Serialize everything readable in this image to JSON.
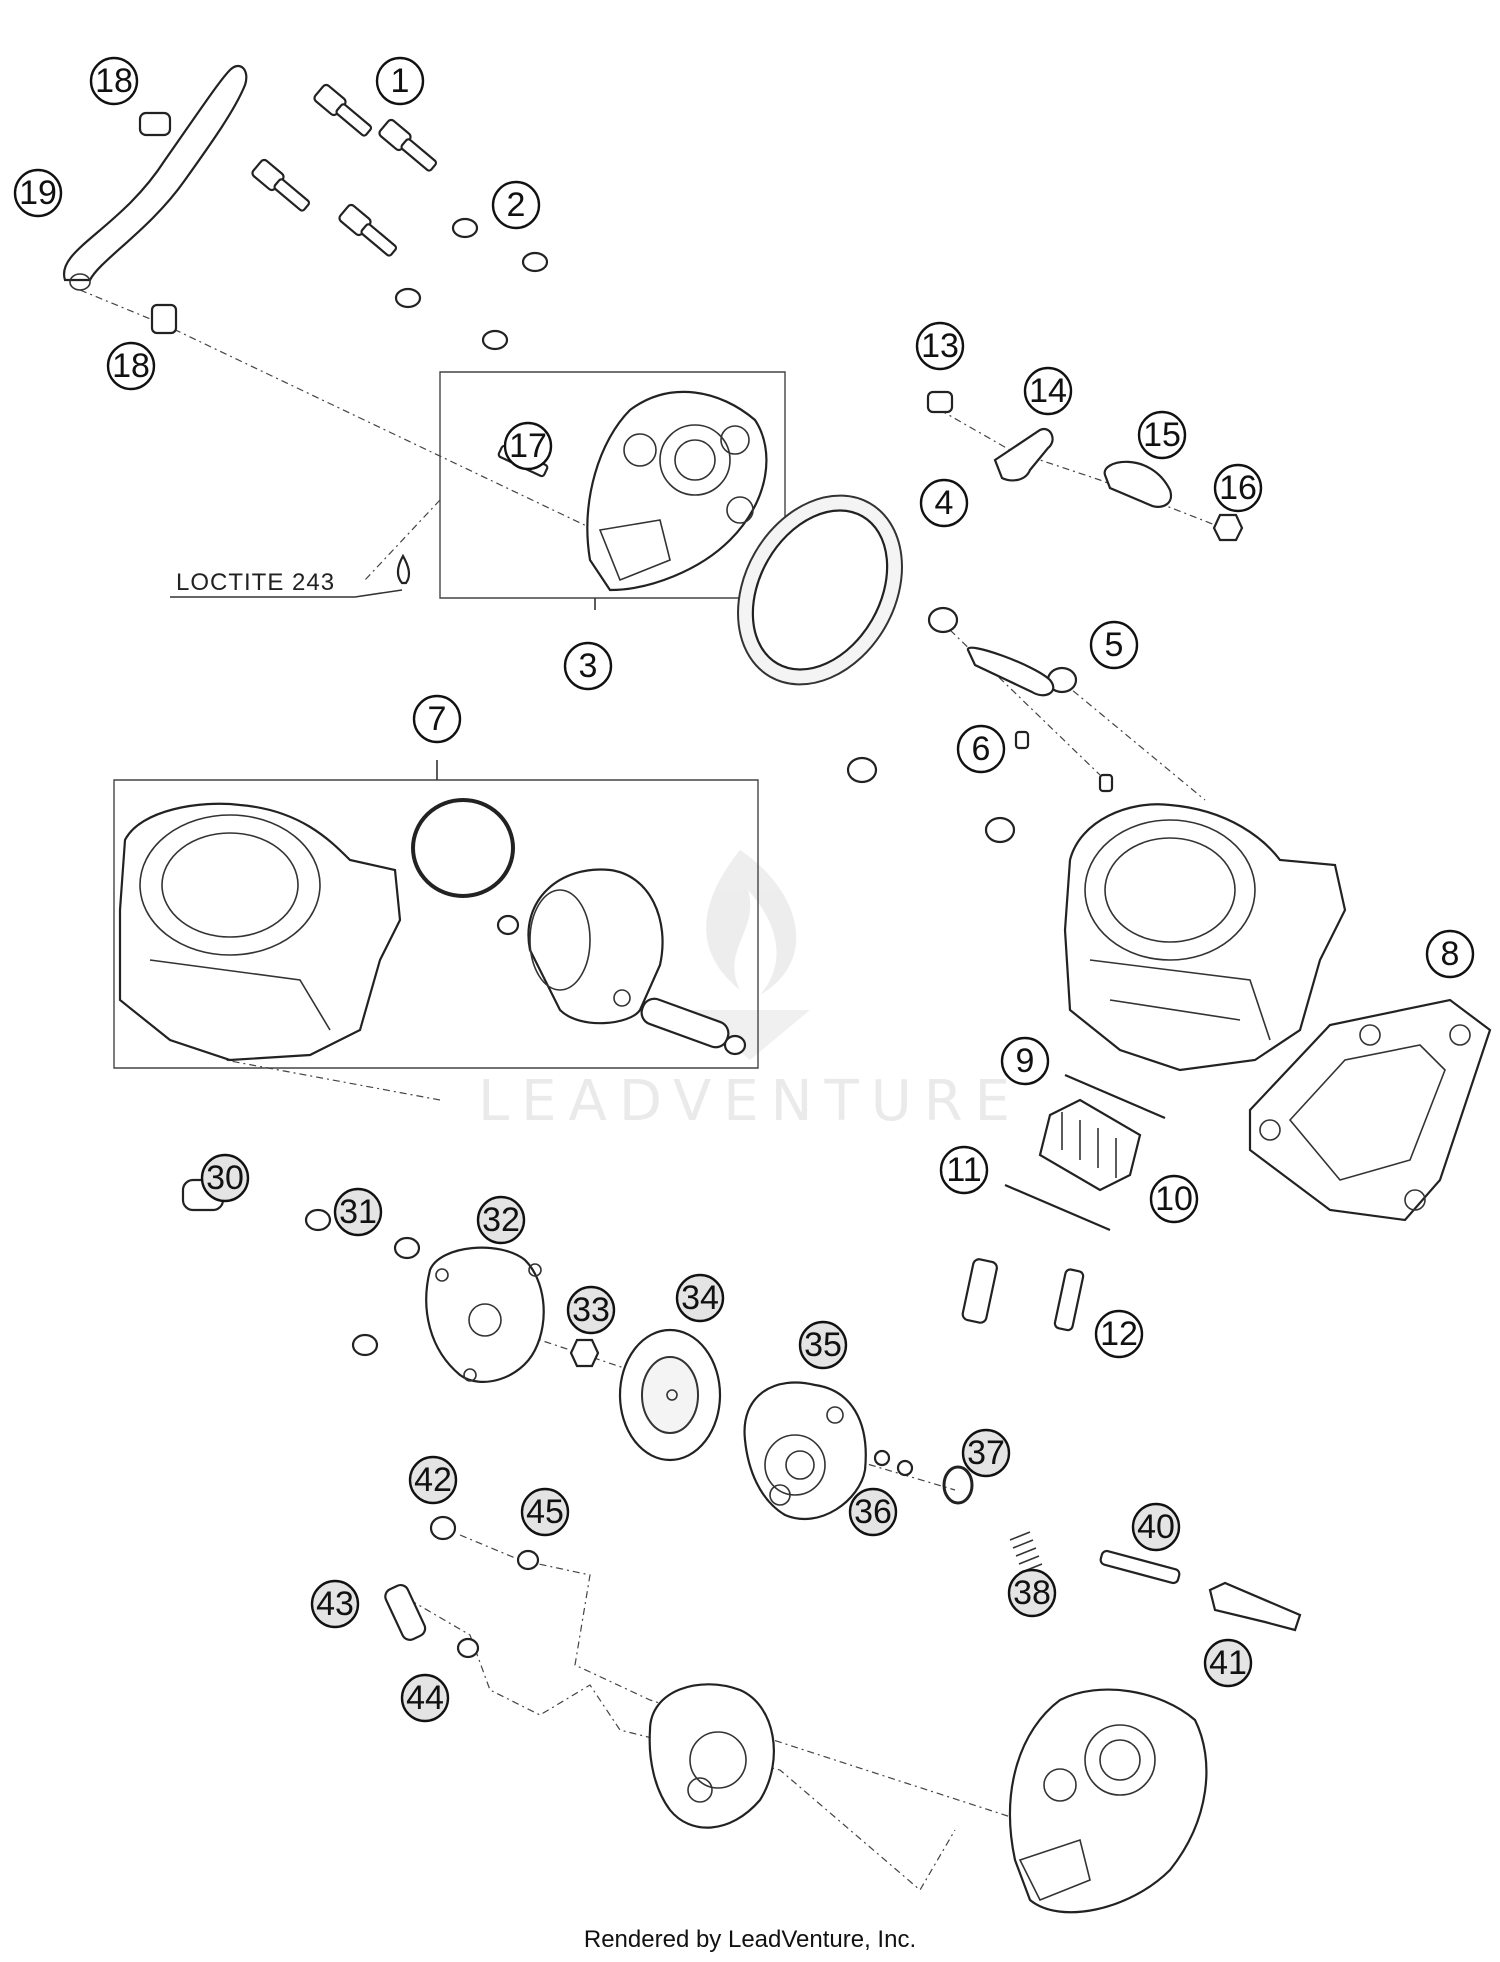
{
  "watermark": {
    "text": "LEADVENTURE"
  },
  "note": {
    "loctite": "LOCTITE 243"
  },
  "footer": {
    "text": "Rendered by LeadVenture, Inc."
  },
  "callouts": [
    {
      "id": "c1",
      "label": "1",
      "style": "open"
    },
    {
      "id": "c2",
      "label": "2",
      "style": "open"
    },
    {
      "id": "c3",
      "label": "3",
      "style": "open"
    },
    {
      "id": "c4",
      "label": "4",
      "style": "open"
    },
    {
      "id": "c5",
      "label": "5",
      "style": "open"
    },
    {
      "id": "c6",
      "label": "6",
      "style": "open"
    },
    {
      "id": "c7",
      "label": "7",
      "style": "open"
    },
    {
      "id": "c8",
      "label": "8",
      "style": "open"
    },
    {
      "id": "c9",
      "label": "9",
      "style": "open"
    },
    {
      "id": "c10",
      "label": "10",
      "style": "open"
    },
    {
      "id": "c11",
      "label": "11",
      "style": "open"
    },
    {
      "id": "c12",
      "label": "12",
      "style": "open"
    },
    {
      "id": "c13",
      "label": "13",
      "style": "open"
    },
    {
      "id": "c14",
      "label": "14",
      "style": "open"
    },
    {
      "id": "c15",
      "label": "15",
      "style": "open"
    },
    {
      "id": "c16",
      "label": "16",
      "style": "open"
    },
    {
      "id": "c17",
      "label": "17",
      "style": "open"
    },
    {
      "id": "c18a",
      "label": "18",
      "style": "open"
    },
    {
      "id": "c18b",
      "label": "18",
      "style": "open"
    },
    {
      "id": "c19",
      "label": "19",
      "style": "open"
    },
    {
      "id": "c30",
      "label": "30",
      "style": "solid"
    },
    {
      "id": "c31",
      "label": "31",
      "style": "solid"
    },
    {
      "id": "c32",
      "label": "32",
      "style": "solid"
    },
    {
      "id": "c33",
      "label": "33",
      "style": "solid"
    },
    {
      "id": "c34",
      "label": "34",
      "style": "solid"
    },
    {
      "id": "c35",
      "label": "35",
      "style": "solid"
    },
    {
      "id": "c36",
      "label": "36",
      "style": "solid"
    },
    {
      "id": "c37",
      "label": "37",
      "style": "solid"
    },
    {
      "id": "c38",
      "label": "38",
      "style": "solid"
    },
    {
      "id": "c40",
      "label": "40",
      "style": "solid"
    },
    {
      "id": "c41",
      "label": "41",
      "style": "solid"
    },
    {
      "id": "c42",
      "label": "42",
      "style": "solid"
    },
    {
      "id": "c43",
      "label": "43",
      "style": "solid"
    },
    {
      "id": "c44",
      "label": "44",
      "style": "solid"
    },
    {
      "id": "c45",
      "label": "45",
      "style": "solid"
    }
  ]
}
